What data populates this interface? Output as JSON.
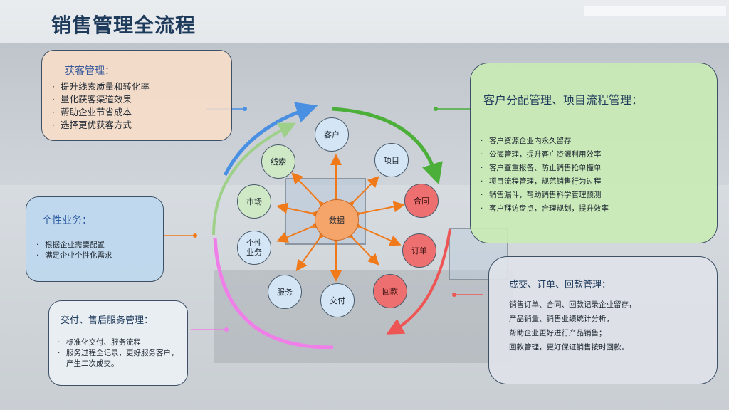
{
  "title": "销售管理全流程",
  "center_node": "数据",
  "nodes": {
    "customer": "客户",
    "project": "项目",
    "contract": "合同",
    "order": "订单",
    "payment": "回款",
    "delivery": "交付",
    "service": "服务",
    "personal_line1": "个性",
    "personal_line2": "业务",
    "market": "市场",
    "leads": "线索"
  },
  "acquisition": {
    "heading": "获客管理：",
    "items": [
      "提升线索质量和转化率",
      "量化获客渠道效果",
      "帮助企业节省成本",
      "选择更优获客方式"
    ]
  },
  "allocation": {
    "heading": "客户分配管理、项目流程管理：",
    "items": [
      "客户资源企业内永久留存",
      "公海管理，提升客户资源利用效率",
      "客户查重报备、防止销售抢单撞单",
      "项目流程管理，规范销售行为过程",
      "销售漏斗，帮助销售科学管理预测",
      "客户拜访盘点，合理规划，提升效率"
    ]
  },
  "custom": {
    "heading": "个性业务：",
    "items": [
      "根据企业需要配置",
      "满足企业个性化需求"
    ]
  },
  "delivery_service": {
    "heading": "交付、售后服务管理：",
    "items": [
      "标准化交付、服务流程",
      "服务过程全记录，更好服务客户，",
      "产生二次成交。"
    ]
  },
  "deal": {
    "heading": "成交、订单、回款管理：",
    "items": [
      "销售订单、合同、回款记录企业留存，",
      "产品销量、销售业绩统计分析，",
      "帮助企业更好进行产品销售；",
      "回款管理，更好保证销售按时回款。"
    ]
  },
  "colors": {
    "title": "#1f3b5c",
    "orange_arrow": "#f07a1a",
    "green_arc": "#4caf3a",
    "blue_arc": "#4a90e2",
    "light_green_arc": "#9fd08a",
    "pink_arc": "#f07ee8",
    "red_arc": "#ee5555",
    "red_node": "#ee6f6f"
  }
}
